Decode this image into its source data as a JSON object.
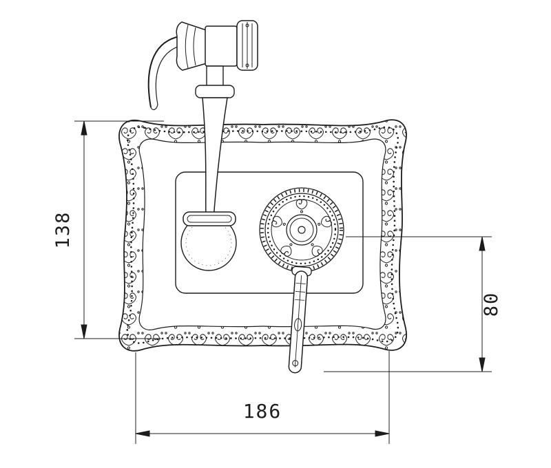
{
  "page": {
    "background_color": "#ffffff",
    "line_color": "#1c1c1c",
    "kind": "technical dimensional drawing of ornate concealed shower mixer with hand sprayer"
  },
  "drawing": {
    "dimensions": {
      "left_height": "138",
      "right_height": "80",
      "bottom_width": "186"
    }
  }
}
